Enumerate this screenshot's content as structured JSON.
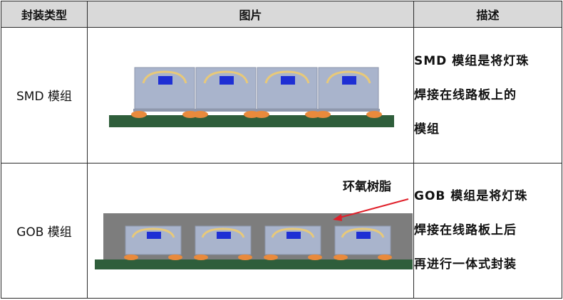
{
  "header": {
    "col_type": "封装类型",
    "col_image": "图片",
    "col_desc": "描述"
  },
  "rows": [
    {
      "type": "SMD 模组",
      "desc_lines": [
        "SMD 模组是将灯珠",
        "焊接在线路板上的",
        "模组"
      ]
    },
    {
      "type": "GOB 模组",
      "desc_lines": [
        "GOB 模组是将灯珠",
        "焊接在线路板上后",
        "再进行一体式封装"
      ],
      "annotation": "环氧树脂"
    }
  ],
  "colors": {
    "header_bg": "#d9d9d9",
    "pcb": "#2f5e3b",
    "solder": "#e98a3c",
    "led_body": "#a9b4cc",
    "chip": "#1e2fd4",
    "epoxy": "#7d7d7d",
    "arrow": "#e0202a"
  }
}
